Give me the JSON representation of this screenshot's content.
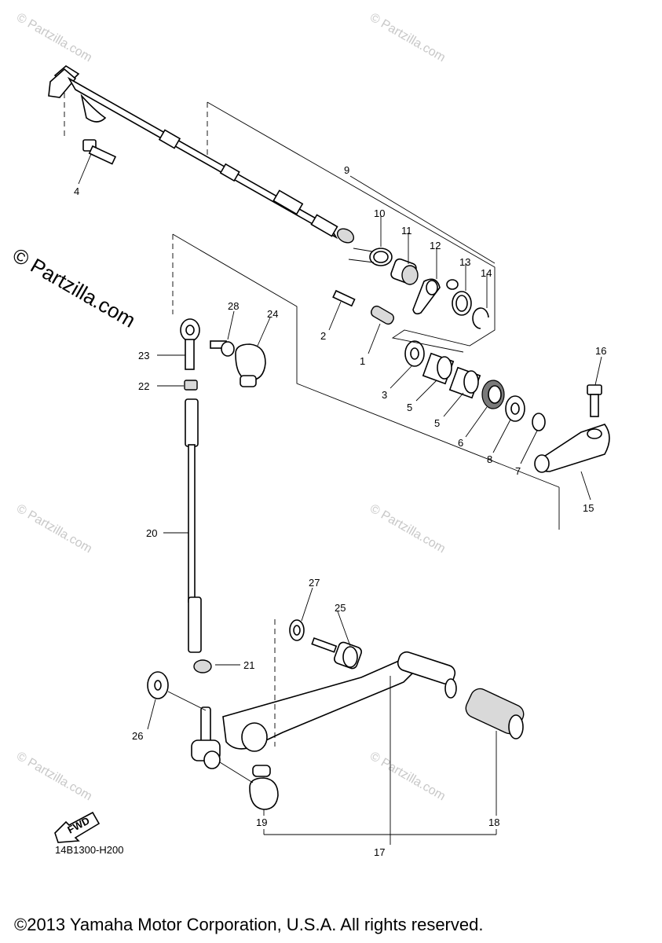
{
  "watermarks": [
    "© Partzilla.com",
    "© Partzilla.com",
    "© Partzilla.com",
    "© Partzilla.com",
    "© Partzilla.com",
    "© Partzilla.com"
  ],
  "watermark_large": "© Partzilla.com",
  "diagram_code": "14B1300-H200",
  "fwd_label": "FWD",
  "copyright": "©2013 Yamaha Motor Corporation, U.S.A. All rights reserved.",
  "callouts": {
    "c1": "1",
    "c2": "2",
    "c3": "3",
    "c4": "4",
    "c5a": "5",
    "c5b": "5",
    "c6": "6",
    "c7": "7",
    "c8": "8",
    "c9": "9",
    "c10": "10",
    "c11": "11",
    "c12": "12",
    "c13": "13",
    "c14": "14",
    "c15": "15",
    "c16": "16",
    "c17": "17",
    "c18": "18",
    "c19": "19",
    "c20": "20",
    "c21": "21",
    "c22": "22",
    "c23": "23",
    "c24": "24",
    "c25": "25",
    "c26": "26",
    "c27": "27",
    "c28": "28"
  }
}
